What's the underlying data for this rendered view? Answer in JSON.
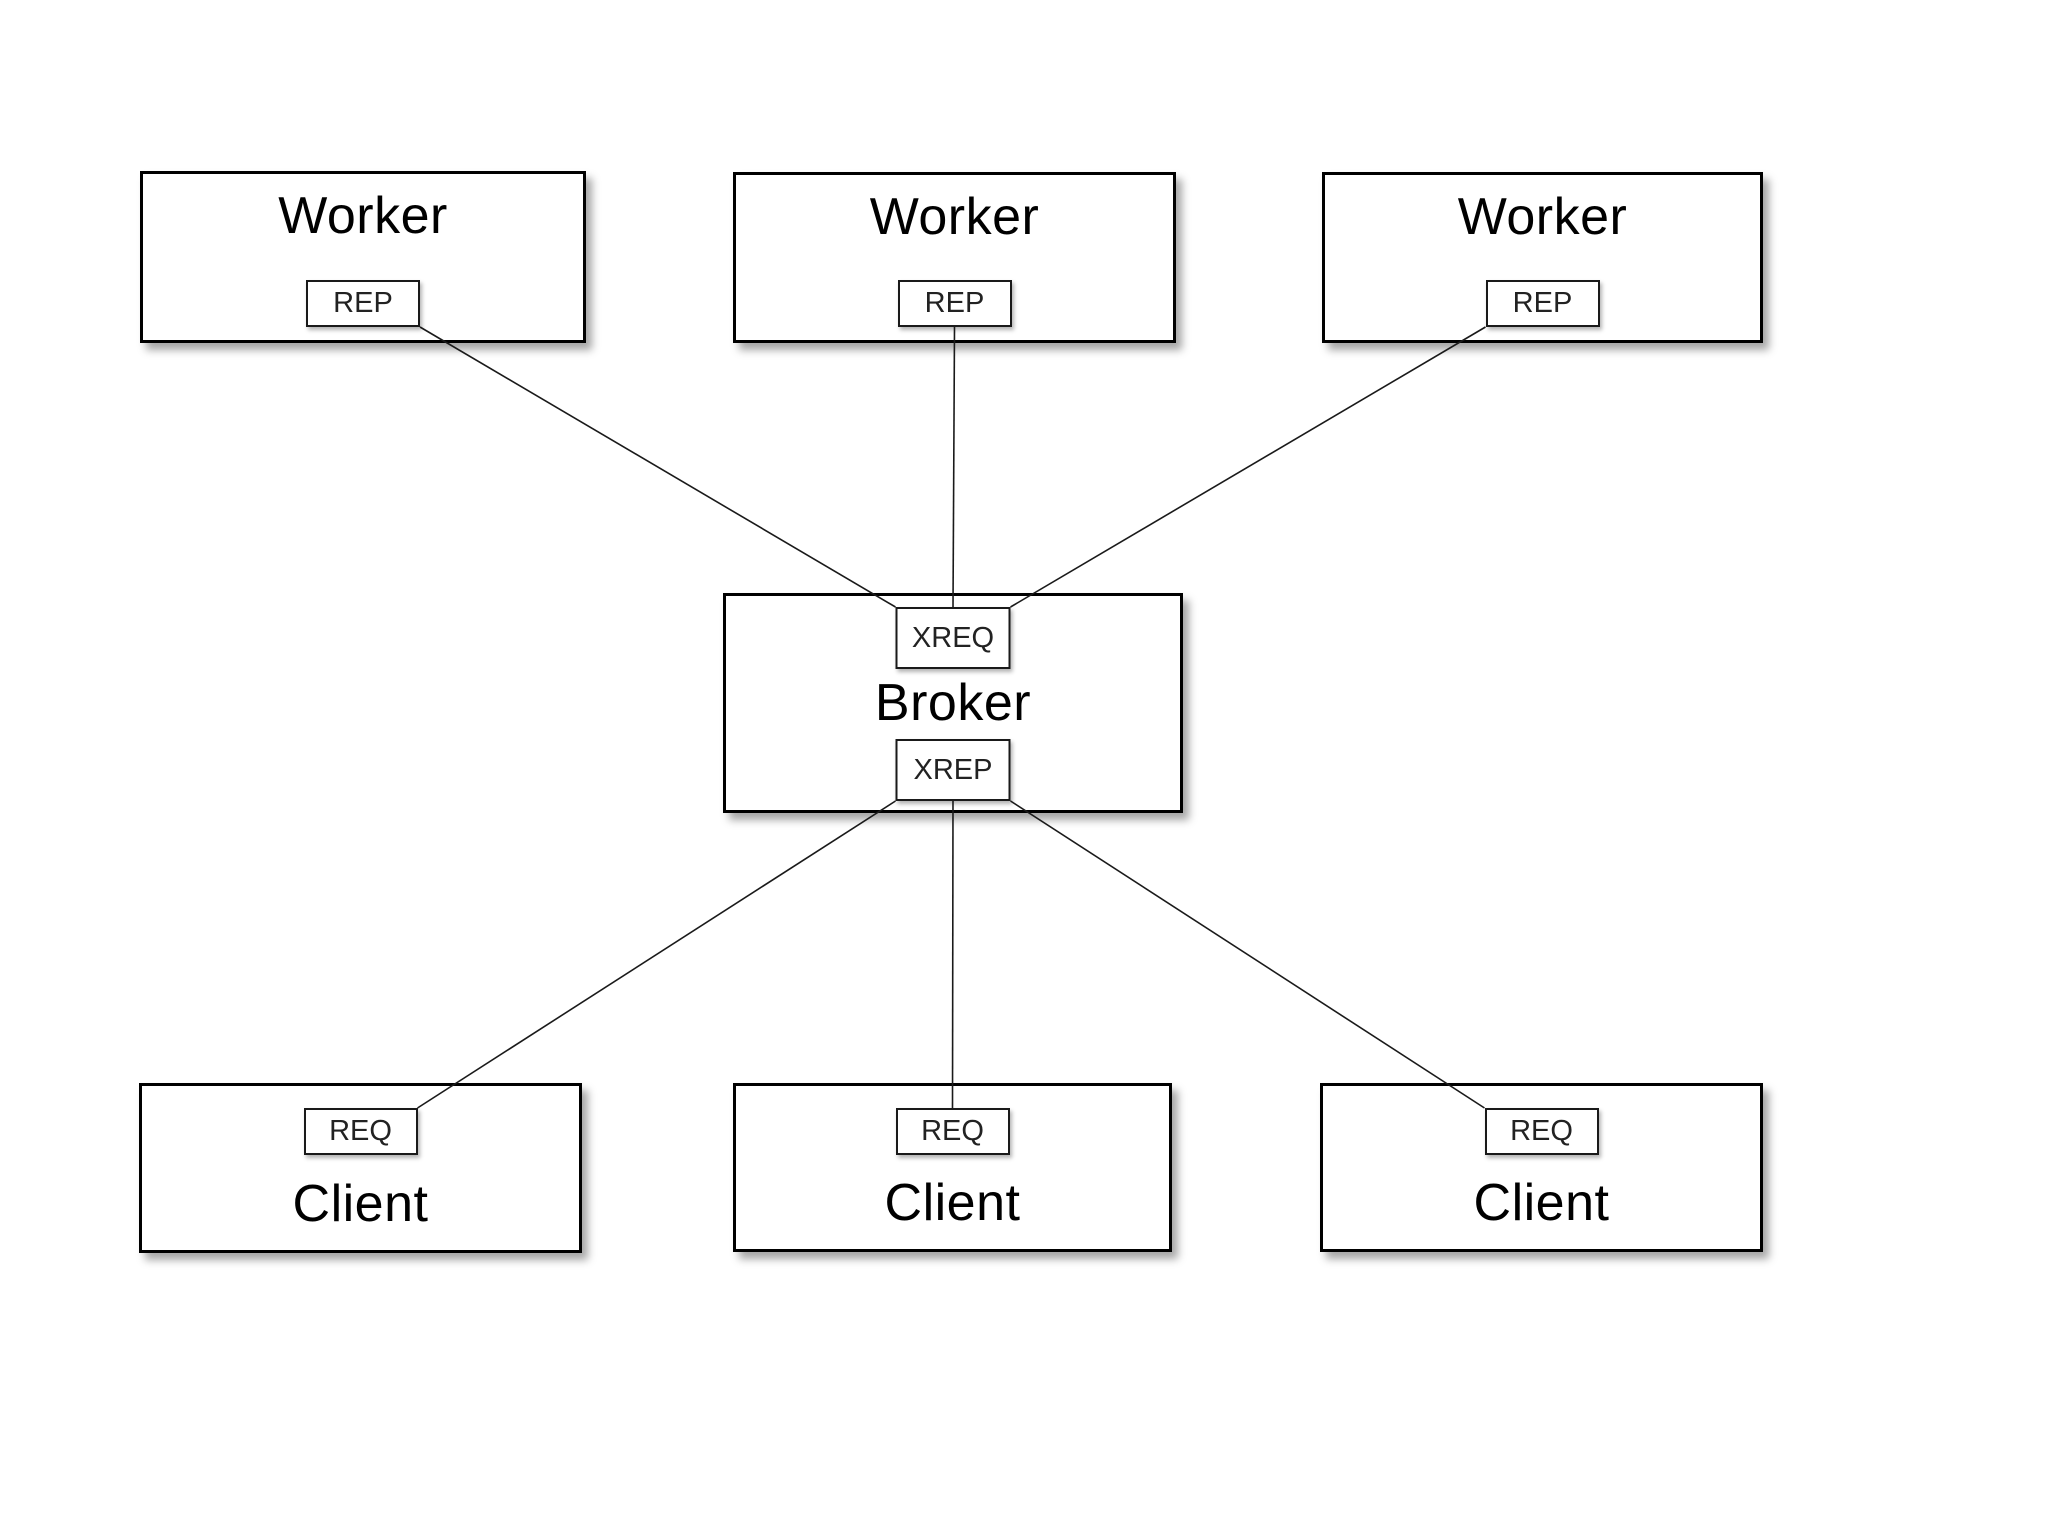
{
  "diagram_title": "",
  "nodes": {
    "worker1": {
      "title": "Worker",
      "socket": "REP"
    },
    "worker2": {
      "title": "Worker",
      "socket": "REP"
    },
    "worker3": {
      "title": "Worker",
      "socket": "REP"
    },
    "broker": {
      "title": "Broker",
      "top_socket": "XREQ",
      "bottom_socket": "XREP"
    },
    "client1": {
      "title": "Client",
      "socket": "REQ"
    },
    "client2": {
      "title": "Client",
      "socket": "REQ"
    },
    "client3": {
      "title": "Client",
      "socket": "REQ"
    }
  },
  "edges": [
    {
      "from": "rep1",
      "from_anchor": "bottom-right",
      "to": "xreq",
      "to_anchor": "top-left"
    },
    {
      "from": "rep2",
      "from_anchor": "bottom-center",
      "to": "xreq",
      "to_anchor": "top-center"
    },
    {
      "from": "rep3",
      "from_anchor": "bottom-left",
      "to": "xreq",
      "to_anchor": "top-right"
    },
    {
      "from": "xrep",
      "from_anchor": "bottom-left",
      "to": "req1",
      "to_anchor": "top-right"
    },
    {
      "from": "xrep",
      "from_anchor": "bottom-center",
      "to": "req2",
      "to_anchor": "top-center"
    },
    {
      "from": "xrep",
      "from_anchor": "bottom-right",
      "to": "req3",
      "to_anchor": "top-left"
    }
  ],
  "colors": {
    "line": "#1a1a1a",
    "box_border": "#000000",
    "box_fill": "#ffffff",
    "text": "#000000",
    "socket_text": "#222222"
  }
}
